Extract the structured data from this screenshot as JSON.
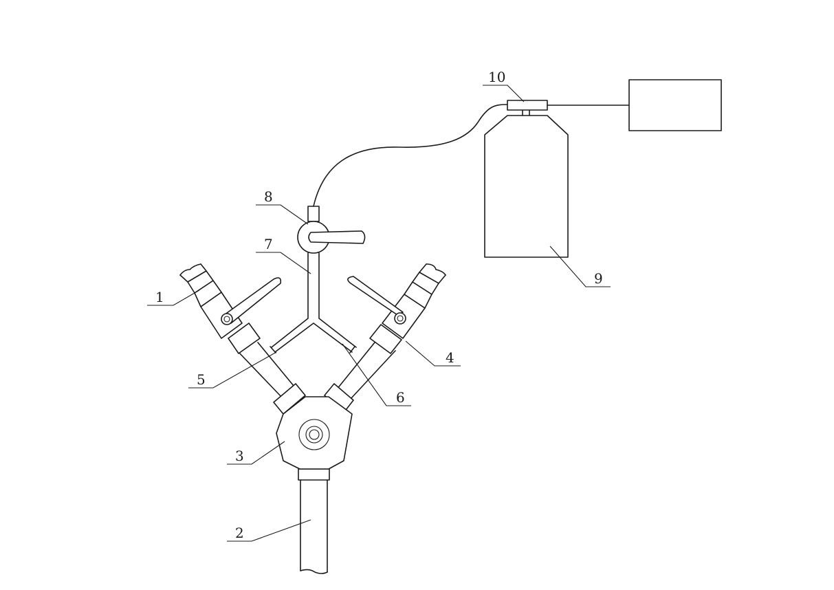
{
  "labels": {
    "l1": "1",
    "l2": "2",
    "l3": "3",
    "l4": "4",
    "l5": "5",
    "l6": "6",
    "l7": "7",
    "l8": "8",
    "l9": "9",
    "l10": "10"
  },
  "colors": {
    "stroke": "#1a1a1a",
    "background": "#ffffff"
  }
}
